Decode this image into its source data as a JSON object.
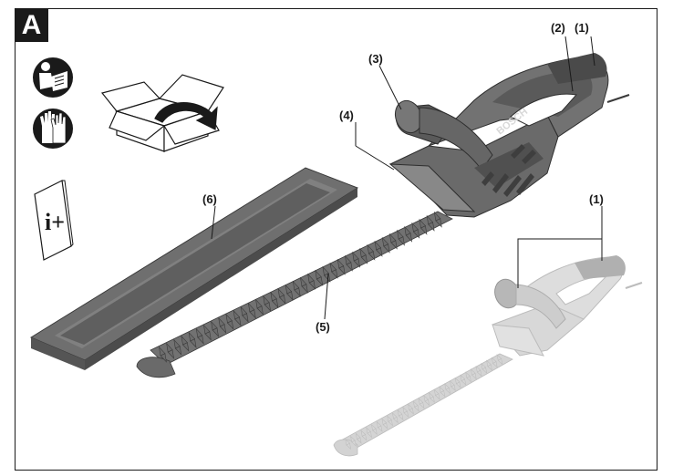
{
  "figure": {
    "badge_label": "A",
    "safety_icons": [
      "read-manual-icon",
      "gloves-icon"
    ],
    "unpack_icon": "open-box-icon",
    "info_icon": "information-booklet-icon",
    "info_glyph": "i+",
    "brand_mark": "BOSCH"
  },
  "callouts": [
    {
      "id": "c1a",
      "label": "(1)"
    },
    {
      "id": "c2",
      "label": "(2)"
    },
    {
      "id": "c3",
      "label": "(3)"
    },
    {
      "id": "c4",
      "label": "(4)"
    },
    {
      "id": "c5",
      "label": "(5)"
    },
    {
      "id": "c6",
      "label": "(6)"
    },
    {
      "id": "c1b",
      "label": "(1)"
    }
  ],
  "colors": {
    "line": "#1a1a1a",
    "tool_body": "#6f6f6f",
    "tool_dark": "#4a4a4a",
    "blade": "#707070",
    "guard": "#7a7a7a",
    "ghost": "#d0d0d0",
    "ghost_dark": "#b5b5b5"
  }
}
